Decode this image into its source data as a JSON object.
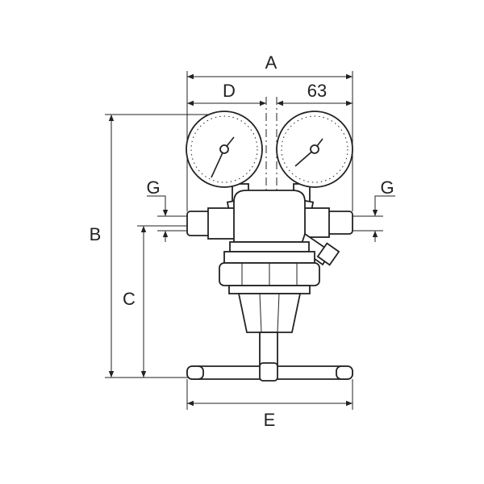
{
  "diagram": {
    "title": "Pressure regulator dimension drawing",
    "labels": {
      "A": "A",
      "D": "D",
      "gauge_width": "63",
      "G_left": "G",
      "G_right": "G",
      "B": "B",
      "C": "C",
      "E": "E"
    },
    "line_color": "#222222"
  }
}
